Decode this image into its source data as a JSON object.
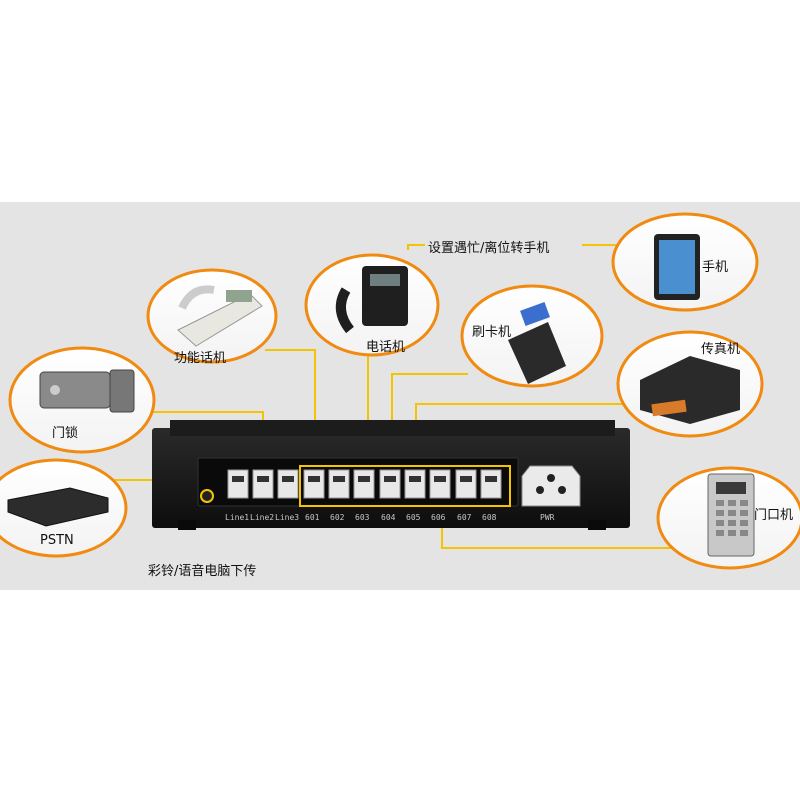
{
  "colors": {
    "accent": "#f5a000",
    "device": "#151515",
    "line": "#f5c400",
    "bubble_ring": "#f08a10"
  },
  "labels": {
    "pstn": "PSTN",
    "door_lock": "门锁",
    "feature_phone": "功能话机",
    "phone": "电话机",
    "forward_busy": "设置遇忙/离位转手机",
    "mobile": "手机",
    "card_reader": "刷卡机",
    "fax": "传真机",
    "door_phone": "门口机",
    "music_on_hold": "彩铃/语音电脑下传"
  },
  "ports": [
    "Line1",
    "Line2",
    "Line3",
    "601",
    "602",
    "603",
    "604",
    "605",
    "606",
    "607",
    "608"
  ],
  "power_label": "PWR"
}
